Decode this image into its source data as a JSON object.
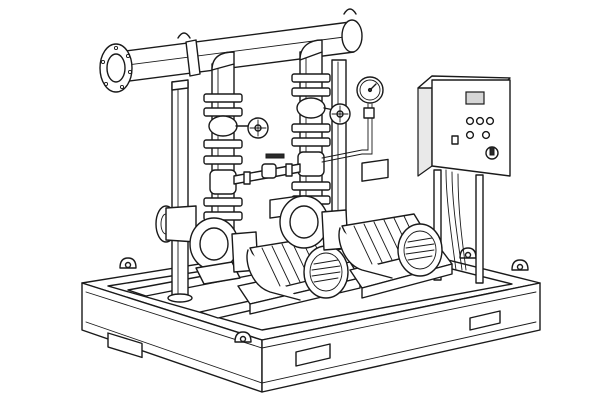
{
  "image": {
    "type": "line-drawing",
    "background_color": "#ffffff",
    "line_color": "#1a1a1a"
  },
  "components": {
    "pumps": [
      {
        "name": "pump-left"
      },
      {
        "name": "pump-right"
      }
    ],
    "motors": [
      {
        "name": "motor-left"
      },
      {
        "name": "motor-right"
      }
    ],
    "control_panel": {
      "display_icon": "display-screen-icon",
      "button_count": 5,
      "has_selector_switch": true
    },
    "gauges": [
      {
        "name": "pressure-gauge-icon"
      }
    ],
    "valves": [
      {
        "name": "handwheel-valve-left-icon"
      },
      {
        "name": "handwheel-valve-right-icon"
      },
      {
        "name": "ball-valve-icon"
      }
    ]
  }
}
